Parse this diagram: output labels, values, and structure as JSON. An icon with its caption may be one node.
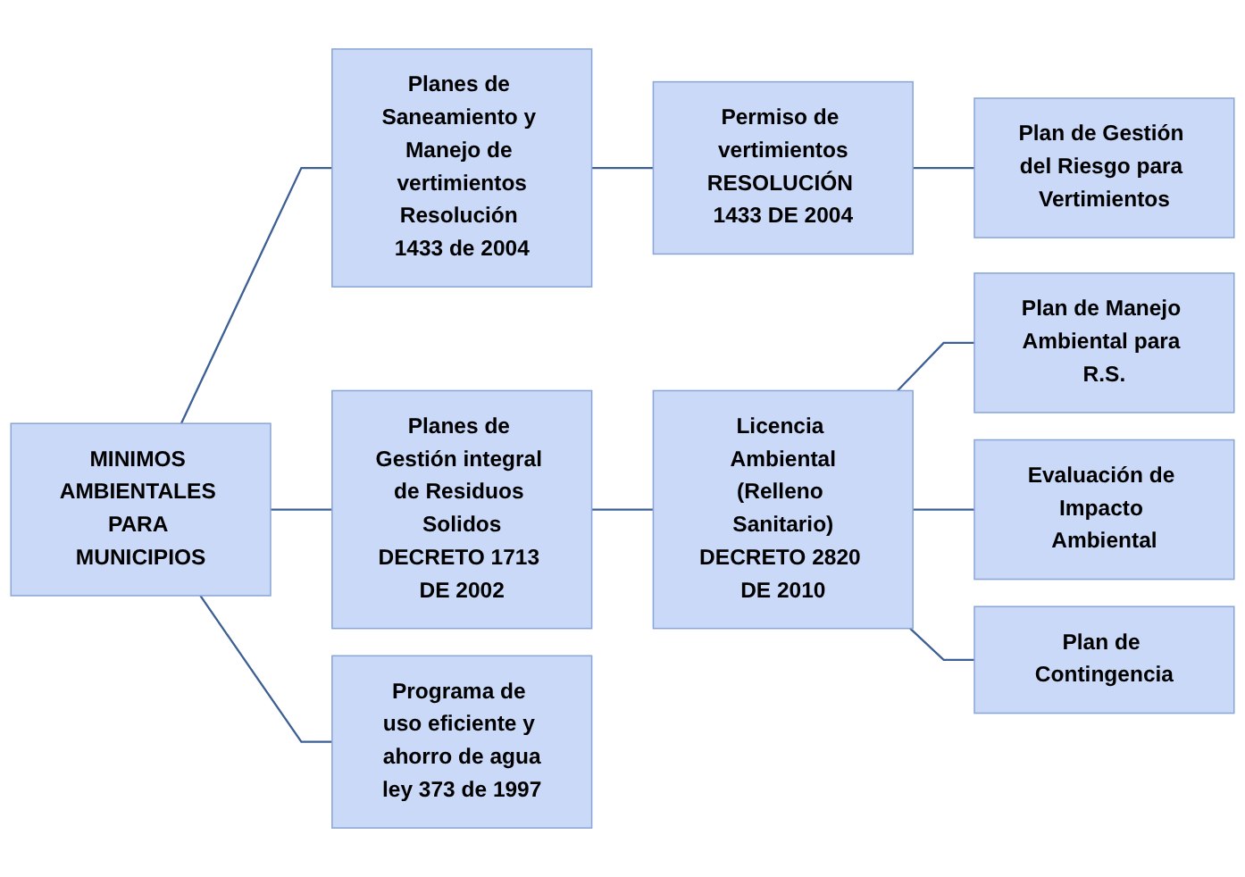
{
  "diagram": {
    "nodes": [
      {
        "text": [
          "MINIMOS AMBIENTALES PARA MUNICIPIOS"
        ]
      },
      {
        "text": [
          "Planes de Saneamiento y Manejo de vertimientos",
          "Resolución 1433 de 2004"
        ]
      },
      {
        "text": [
          "Permiso de vertimientos",
          "RESOLUCIÓN 1433 DE 2004"
        ]
      },
      {
        "text": [
          "Plan de Gestión del Riesgo para Vertimientos"
        ]
      },
      {
        "text": [
          "Planes de Gestión integral de Residuos Solidos",
          "DECRETO 1713 DE 2002"
        ]
      },
      {
        "text": [
          "Licencia Ambiental",
          "(Relleno Sanitario)",
          "DECRETO 2820 DE 2010"
        ]
      },
      {
        "text": [
          "Plan de Manejo Ambiental para R.S."
        ]
      },
      {
        "text": [
          "Evaluación de Impacto Ambiental"
        ]
      },
      {
        "text": [
          "Plan de Contingencia"
        ]
      },
      {
        "text": [
          "Programa de uso eficiente y ahorro de agua",
          "ley 373 de 1997"
        ]
      }
    ],
    "edges": [
      {
        "from": 0,
        "to": 1,
        "arrow": "none"
      },
      {
        "from": 0,
        "to": 4,
        "arrow": "none"
      },
      {
        "from": 0,
        "to": 9,
        "arrow": "none"
      },
      {
        "from": 1,
        "to": 2,
        "arrow": "none"
      },
      {
        "from": 2,
        "to": 3,
        "arrow": "none"
      },
      {
        "from": 4,
        "to": 5,
        "arrow": "none"
      },
      {
        "from": 5,
        "to": 6,
        "arrow": "none"
      },
      {
        "from": 5,
        "to": 7,
        "arrow": "none"
      },
      {
        "from": 5,
        "to": 8,
        "arrow": "none"
      }
    ]
  }
}
